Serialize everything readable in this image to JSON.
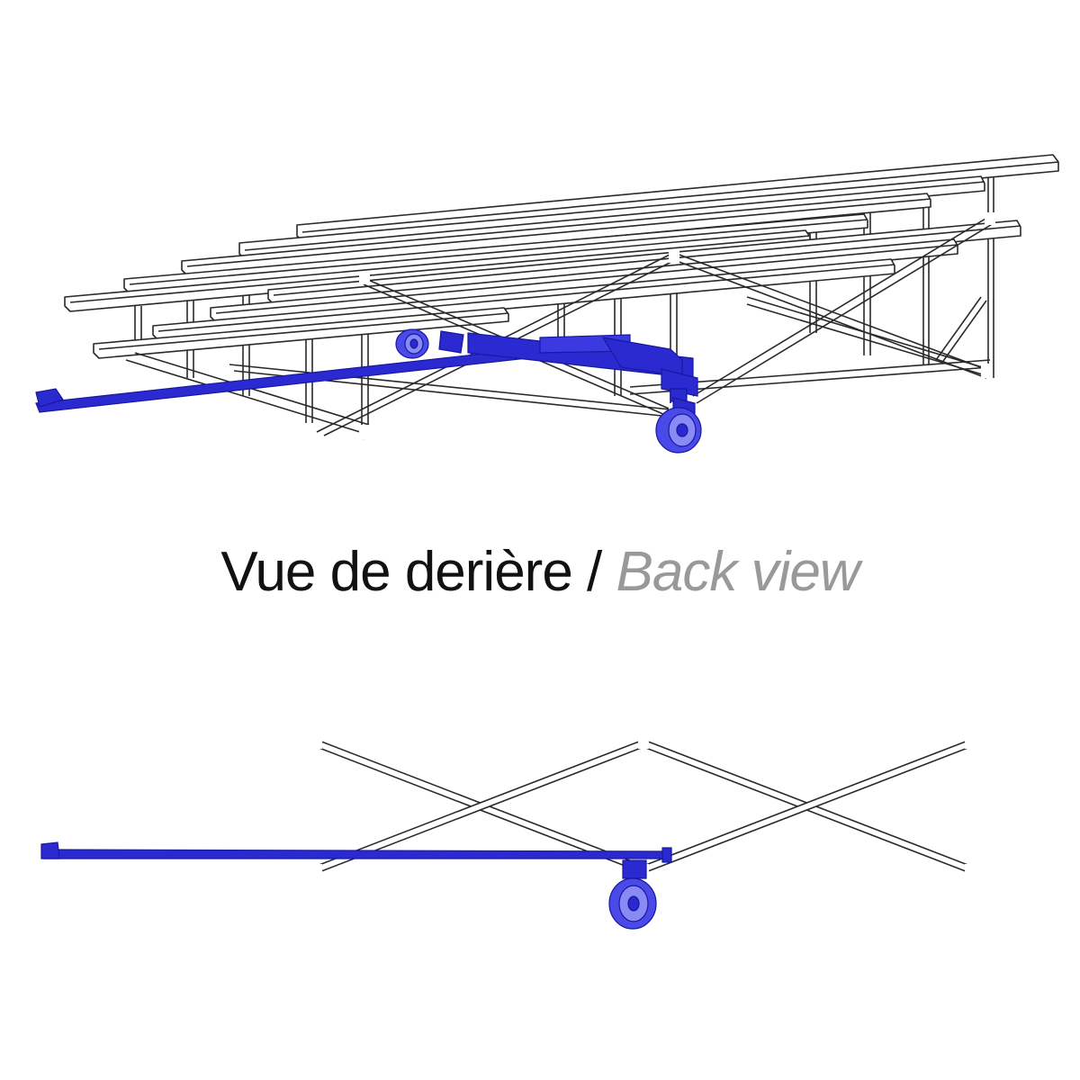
{
  "caption": {
    "french": "Vue de derière",
    "separator": " / ",
    "english": "Back view"
  },
  "colors": {
    "frame_stroke": "#2a2a2a",
    "frame_fill": "#ffffff",
    "accent_blue": "#2a2ad0",
    "wheel_blue": "#4a4ae8",
    "wheel_light": "#8a8af5",
    "caption_french": "#111111",
    "caption_english": "#999999"
  },
  "icons": {
    "iso": "bleacher-isometric-drawing",
    "back": "bleacher-back-view-drawing"
  }
}
